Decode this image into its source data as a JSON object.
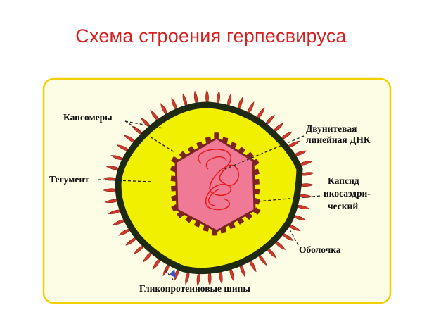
{
  "title": "Схема строения герпесвируса",
  "labels": {
    "capsomers": "Капсомеры",
    "tegument": "Тегумент",
    "dna_line1": "Двунитевая",
    "dna_line2": "линейная ДНК",
    "capsid_line1": "Капсид",
    "capsid_line2": "икосаэдри-",
    "capsid_line3": "ческий",
    "envelope": "Оболочка",
    "spikes": "Гликопротеиновые шипы"
  },
  "colors": {
    "title": "#d61f1f",
    "panel": "#fdfde6",
    "tegument": "#f0f000",
    "envelope": "#1e2a14",
    "spike": "#d13a2a",
    "capsid": "#f07a96",
    "capsomer": "#7a2424",
    "dna": "#e51d1d"
  }
}
